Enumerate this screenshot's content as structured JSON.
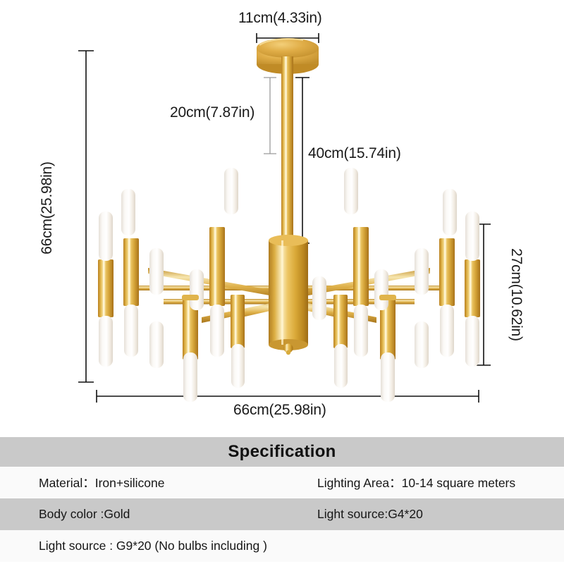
{
  "diagram": {
    "dimensions": {
      "canopy_width": "11cm(4.33in)",
      "rod_upper": "20cm(7.87in)",
      "total_drop": "40cm(15.74in)",
      "overall_height": "66cm(25.98in)",
      "shade_height": "27cm(10.62in)",
      "overall_width": "66cm(25.98in)"
    },
    "product": {
      "type": "sunburst-chandelier",
      "body_color": "#d6a63f",
      "body_highlight": "#f7e3a8",
      "body_shadow": "#b07f22",
      "bulb_color": "#f7f4ef",
      "line_color": "#111111",
      "leader_color": "#9a9a9a",
      "arm_count": 10,
      "bulb_count": 20
    }
  },
  "spec": {
    "title": "Specification",
    "rows": [
      {
        "shade": "light",
        "cells": [
          {
            "text": "Material：Iron+silicone",
            "span": "left"
          },
          {
            "text": "Lighting Area：10-14 square meters",
            "span": "right"
          }
        ]
      },
      {
        "shade": "dark",
        "cells": [
          {
            "text": "Body color :Gold",
            "span": "left"
          },
          {
            "text": "Light source:G4*20",
            "span": "right"
          }
        ]
      },
      {
        "shade": "light",
        "cells": [
          {
            "text": "Light source : G9*20   (No bulbs including )",
            "span": "full"
          }
        ]
      }
    ]
  }
}
